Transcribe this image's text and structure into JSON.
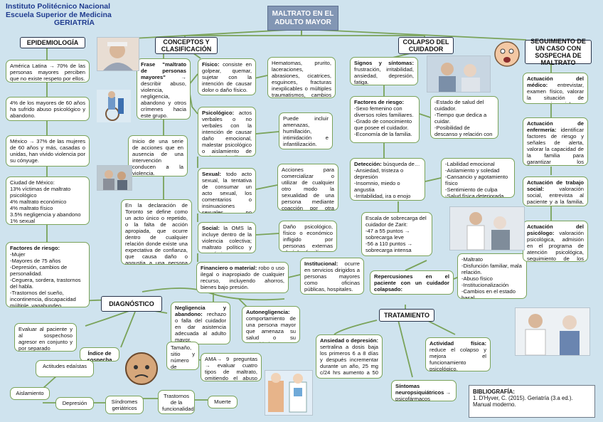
{
  "header": {
    "line1": "Instituto Politécnico Nacional",
    "line2": "Escuela Superior de Medicina",
    "line3": "GERIATRÍA"
  },
  "title": "MALTRATO EN EL ADULTO MAYOR",
  "sections": {
    "epidemiologia": "EPIDEMIOLOGÍA",
    "conceptos": "CONCEPTOS Y CLASIFICACIÓN",
    "colapso": "COLAPSO DEL CUIDADOR",
    "seguimiento": "SEGUIMIENTO DE UN CASO CON SOSPECHA DE MALTRATO",
    "diagnostico": "DIAGNÓSTICO",
    "tratamiento": "TRATAMIENTO"
  },
  "epidemiologia": [
    "América Latina → 70% de las personas mayores perciben que no existe respeto por ellos.",
    "4% de los mayores de 60 años ha sufrido abuso psicológico y abandono.",
    "México → 37% de las mujeres de 60 años y más, casadas o unidas, han vivido violencia por su cónyuge.",
    "Ciudad de México:\n13% víctimas de maltrato psicológico\n4% maltrato económico\n4% maltrato físico\n3.5% negligencia y abandono\n1% sexual",
    "Factores de riesgo:|-Mujer\n-Mayores de 75 años\n-Depresión, cambios de personalidad.\n-Ceguera, sordera, trastornos del habla.\n-Trastornos del sueño, incontinencia, discapacidad múltiple, vagabundeo."
  ],
  "conceptos": {
    "frase": "Frase \"maltrato de personas mayores\"| → describir abuso, violencia, negligencia, abandono y otros crímenes hacia este grupo.",
    "inicio": "Inicio de una serie de acciones que en ausencia de una intervención conducen a la violencia.",
    "toronto": "En la declaración de Toronto se define como un acto único o repetido, o la falta de acción apropiada, que ocurre dentro de cualquier relación donde existe una expectativa de confianza, que causa daño o angustia a una persona mayor.",
    "fisico": "Físico:| consiste en golpear, quemar, sujetar con la intención de causar dolor o daño físico.",
    "fisico_ej": "Hematomas, prurito, laceraciones, abrasiones, cicatrices, esguinces, fracturas inexplicables o múltiples traumatismos, cambios de la conducta.",
    "psicologico": "Psicológico:| actos verbales o no verbales con la intención de causar daño emocional, malestar psicológico o aislamiento de amigos o familiares.",
    "psicologico_ej": "Puede incluir amenazas, humillación, intimidación e infantilización.",
    "sexual": "Sexual:| todo acto sexual, la tentativa de consumar un acto sexual, los comentarios o insinuaciones sexuales no deseados.",
    "sexual_ej": "Acciones para comercializar o utilizar de cualquier otro modo la sexualidad de una persona mediante coacción por otra persona.",
    "social": "Social:| la OMS la incluye dentro de la violencia colectiva; maltrato político y económico.",
    "social_ej": "Daño psicológico, físico o económico infligido por personas externas al núcleo familiar.",
    "financiero": "Financiero o material:| robo o uso ilegal o inapropiado de cualquier recurso, incluyendo ahorros, bienes bajo presión.",
    "institucional": "Institucional:| ocurre en servicios dirigidos a personas mayores como oficinas públicas, hospitales.",
    "negligencia": "Negligencia y abandono:| rechazo o falla del cuidador en dar asistencia adecuada al adulto mayor.",
    "autonegligencia": "Autonegligencia:| comportamiento de una persona mayor que amenaza su salud o su seguridad."
  },
  "colapso": {
    "signos": "Signos y síntomas:| frustración, irritabilidad, ansiedad, depresión, fatiga.",
    "factores": "Factores de riesgo:|-Sexo femenino con diversos roles familiares.\n-Grado de conocimiento que posee el cuidador.\n-Economía de la familia.",
    "estado": "-Estado de salud del cuidador.\n-Tiempo que dedica a cuidar.\n-Posibilidad de descanso y relación con la persona cuidada.",
    "deteccion": "Detección:| búsqueda de…\n-Ansiedad, tristeza o depresión\n-Insomnio, miedo o angustia\n-Irritabilidad, ira o enojo",
    "deteccion2": "-Labilidad emocional\n-Aislamiento y soledad\n-Cansancio y agotamiento físico\n-Sentimiento de culpa\n-Salud física deteriorada",
    "zarit": "Escala de sobrecarga del cuidador de Zarit:\n-47 a 55 puntos → sobrecarga leve\n-56 a 110 puntos → sobrecarga intensa",
    "repercusiones": "Repercusiones en el paciente con un cuidador colapsado:",
    "repercusiones_list": "-Maltrato\n-Disfunción familiar, mala relación.\n-Abuso físico\n-Institucionalización\n-Cambios en el estado basal"
  },
  "seguimiento": {
    "medico": "Actuación del médico:| entrevistar, examen físico, valorar la situación de emergencia social.",
    "enfermeria": "Actuación de enfermería:| identificar factores de riesgo y señales de alerta, valorar la capacidad de la familia para garantizar los cuidados.",
    "trabajo": "Actuación de trabajo social:| valoración social, entrevista al paciente y a la familia, informe social.",
    "psicologo": "Actuación del psicólogo:| valoración psicológica, admisión en el programa de atención psicológica, seguimiento de los casos."
  },
  "diagnostico": {
    "evaluar": "Evaluar al paciente y al sospechoso agresor en conjunto y por separado",
    "indice": "Índice de sospecha",
    "actitudes": "Actitudes edaístas",
    "aislamiento": "Aislamiento",
    "depresion": "Depresión",
    "sindromes": "Síndromes geriátricos",
    "trastornos": "Trastornos de la funcionalidad",
    "muerte": "Muerte",
    "tamano": "Tamaño, sitio y número de lesiones.",
    "ama": "AMA→ 9 preguntas → evaluar cuatro tipos de maltrato, omitiendo el abuso sexual."
  },
  "tratamiento": {
    "ansiedad": "Ansiedad o depresión:| sertralina a dosis baja los primeros 6 a 8 días y después incrementar durante un año, 25 mg c/24 hrs aumento a 50 mg.",
    "actividad": "Actividad física:| reduce el colapso y mejora el funcionamiento psicológico.",
    "sintomas": "Síntomas neuropsiquiátricos| → psicofármacos"
  },
  "bibliografia": {
    "title": "BIBLIOGRAFÍA:",
    "item": "1.  D'Hyver, C. (2015). Geriatría (3.a ed.). Manual moderno."
  },
  "colors": {
    "background": "#cfe3ee",
    "box_border": "#7aa35a",
    "title_fill": "#8296b4",
    "header_text": "#1f3b8f"
  }
}
